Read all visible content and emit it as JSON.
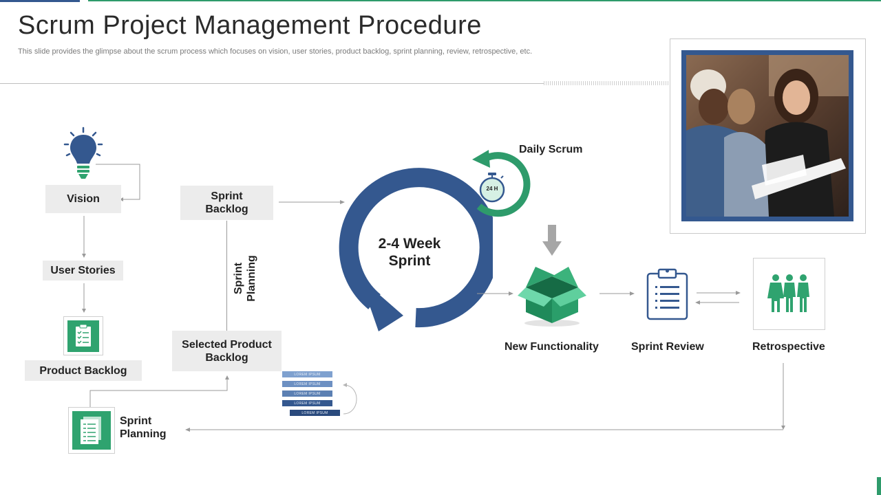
{
  "header": {
    "title": "Scrum Project Management Procedure",
    "subtitle": "This slide provides the glimpse about the scrum process which focuses on vision, user stories, product backlog, sprint planning, review, retrospective, etc."
  },
  "left_flow": {
    "vision": "Vision",
    "user_stories": "User Stories",
    "product_backlog": "Product Backlog",
    "sprint_planning": "Sprint\nPlanning"
  },
  "middle_flow": {
    "sprint_backlog": "Sprint\nBacklog",
    "sprint_planning_vertical": "Sprint\nPlanning",
    "selected_product_backlog": "Selected Product\nBacklog",
    "stack_items": [
      "LOREM IPSUM",
      "LOREM IPSUM",
      "LOREM IPSUM",
      "LOREM IPSUM",
      "LOREM IPSUM"
    ]
  },
  "cycle": {
    "sprint_label": "2-4 Week\nSprint",
    "daily_scrum": "Daily Scrum",
    "timer_label": "24 H"
  },
  "right_flow": {
    "new_functionality": "New Functionality",
    "sprint_review": "Sprint Review",
    "retrospective": "Retrospective"
  },
  "colors": {
    "blue": "#34588f",
    "green": "#2e9b6b",
    "light_green": "#2fa36f",
    "grey_box": "#ececec"
  },
  "icons": [
    "lightbulb-icon",
    "clipboard-icon",
    "document-icon",
    "stopwatch-icon",
    "box-icon",
    "checklist-icon",
    "team-icon"
  ]
}
